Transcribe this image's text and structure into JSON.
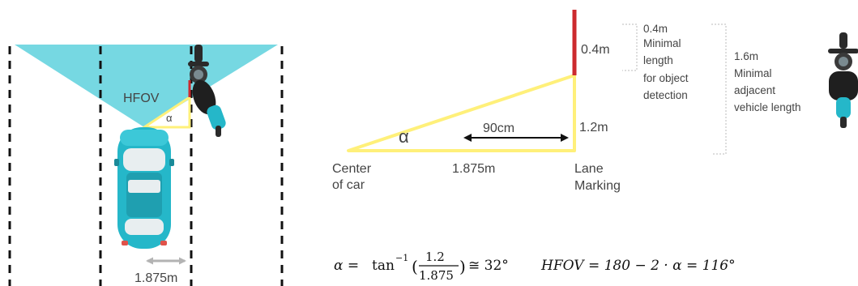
{
  "left_panel": {
    "hfov_label": "HFOV",
    "alpha_label": "α",
    "distance_label": "1.875m"
  },
  "triangle": {
    "alpha_label": "α",
    "red_segment_label": "0.4m",
    "height_label": "1.2m",
    "arrow_label": "90cm",
    "base_label": "1.875m",
    "center_label_line1": "Center",
    "center_label_line2": "of car",
    "lane_label_line1": "Lane",
    "lane_label_line2": "Marking"
  },
  "annotations": {
    "min_detect": [
      "0.4m",
      "Minimal",
      "length",
      "for object",
      "detection"
    ],
    "min_vehicle": [
      "1.6m",
      "Minimal",
      "adjacent",
      "vehicle length"
    ]
  },
  "formula": {
    "alpha_lhs": "α =",
    "tan": "tan",
    "exp": "−1",
    "lparen": "(",
    "numerator": "1.2",
    "denominator": "1.875",
    "rparen": ")",
    "result": "≅ 32°",
    "hfov_eq": "HFOV = 180 − 2 · α = 116°"
  },
  "colors": {
    "fov_fill": "#6fd6e0",
    "car_body": "#25b7c9",
    "triangle_yellow": "#fff07a",
    "red_segment": "#cc2a2e",
    "lane_dash": "#111111",
    "arrow_gray": "#b3b3b3"
  }
}
